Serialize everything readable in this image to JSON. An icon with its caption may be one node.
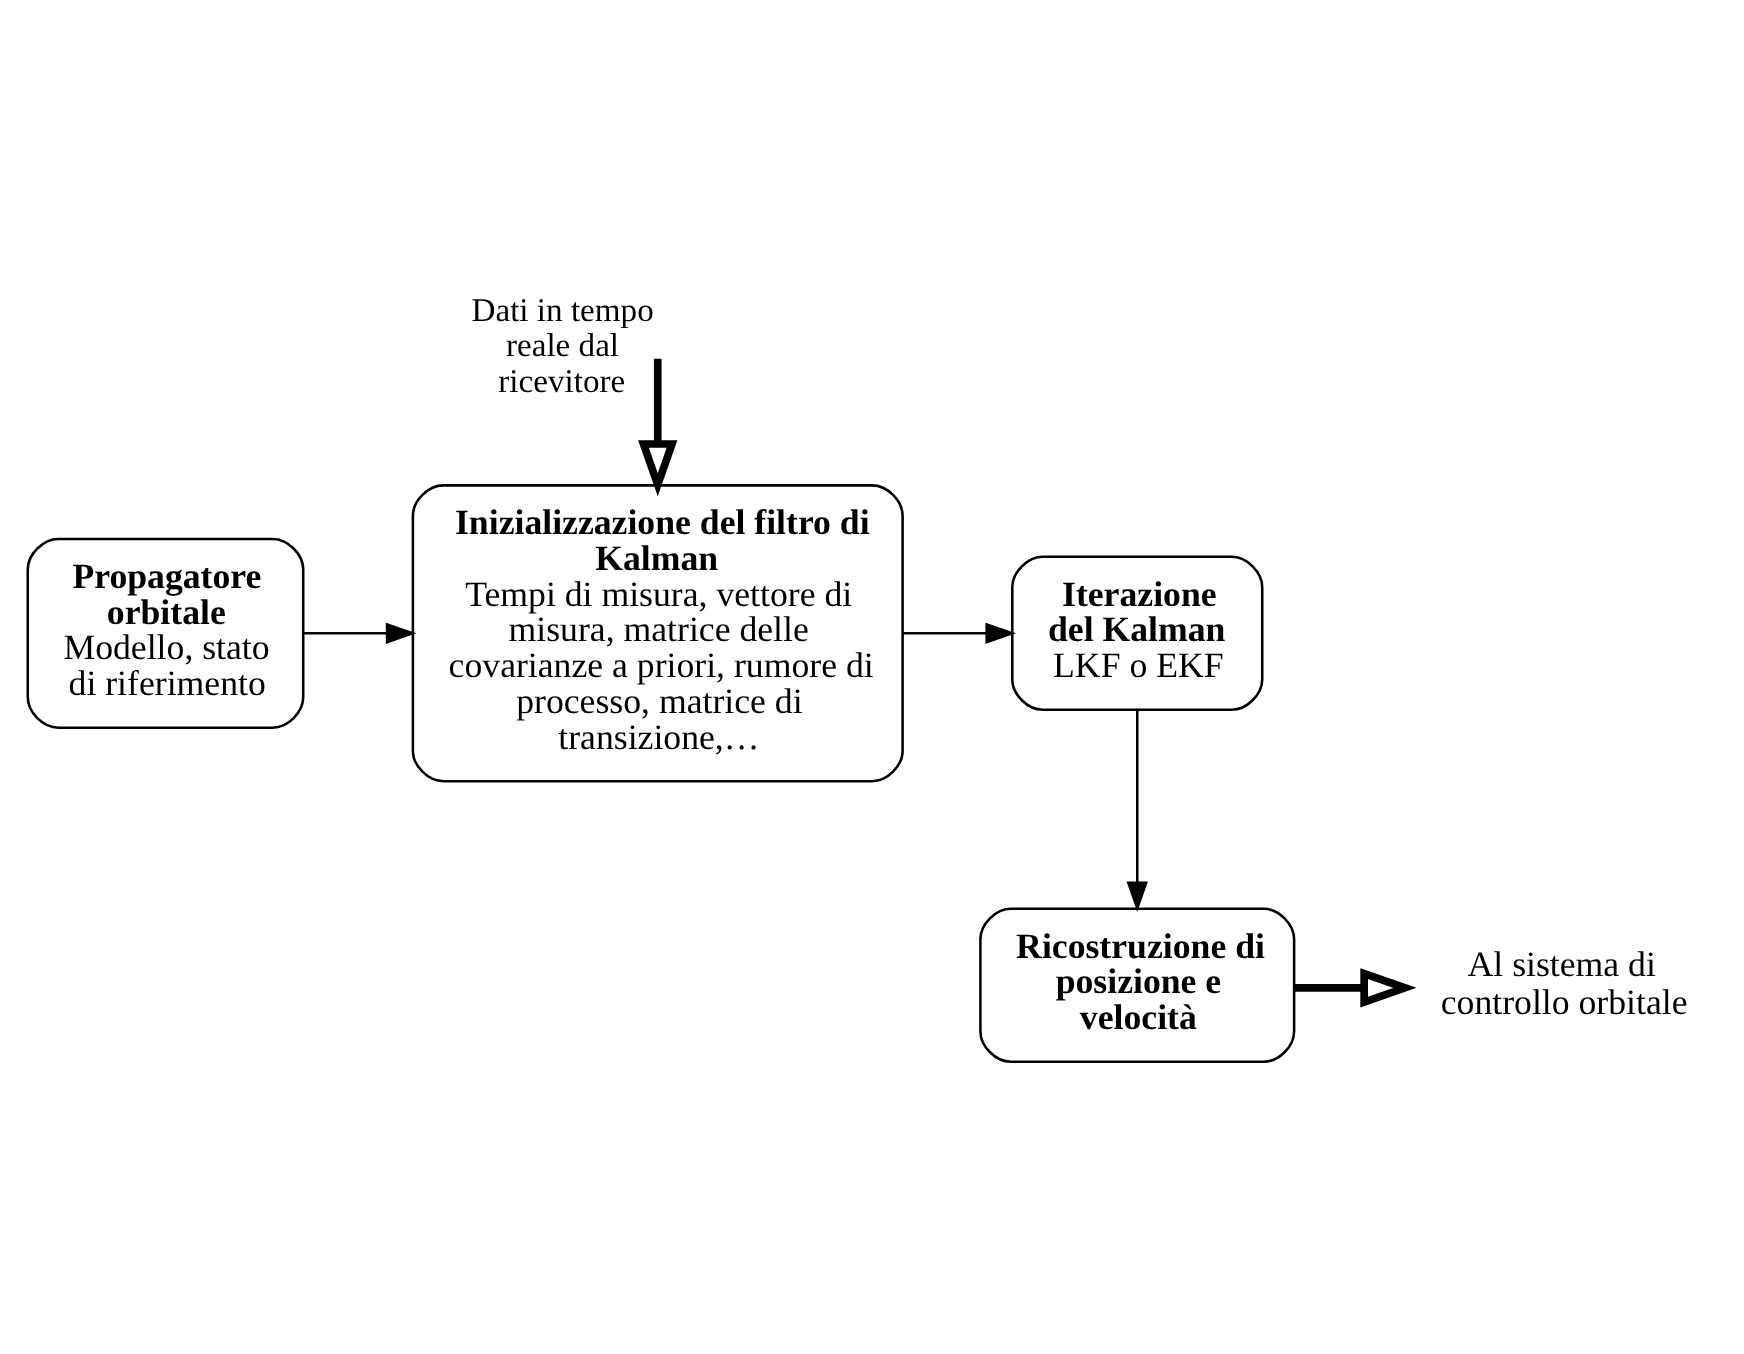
{
  "diagram": {
    "nodes": [
      {
        "text": [
          "Propagatore orbitale",
          "Modello, stato di riferimento"
        ]
      },
      {
        "text": [
          "Inizializzazione del filtro di Kalman",
          "Tempi di misura, vettore di misura, matrice delle covarianze a priori, rumore di processo, matrice di transizione,…"
        ]
      },
      {
        "text": [
          "Iterazione del Kalman",
          "LKF o EKF"
        ]
      },
      {
        "text": [
          "Ricostruzione di posizione e velocità"
        ]
      },
      {
        "text": [
          "Al sistema di controllo orbitale"
        ]
      }
    ],
    "edges": [
      {
        "from": null,
        "to": 1,
        "arrow": "to",
        "label": "Dati in tempo reale dal ricevitore",
        "style": "thick"
      },
      {
        "from": 0,
        "to": 1,
        "arrow": "to"
      },
      {
        "from": 1,
        "to": 2,
        "arrow": "to"
      },
      {
        "from": 2,
        "to": 3,
        "arrow": "to"
      },
      {
        "from": 3,
        "to": 4,
        "arrow": "to",
        "style": "thick"
      }
    ]
  }
}
